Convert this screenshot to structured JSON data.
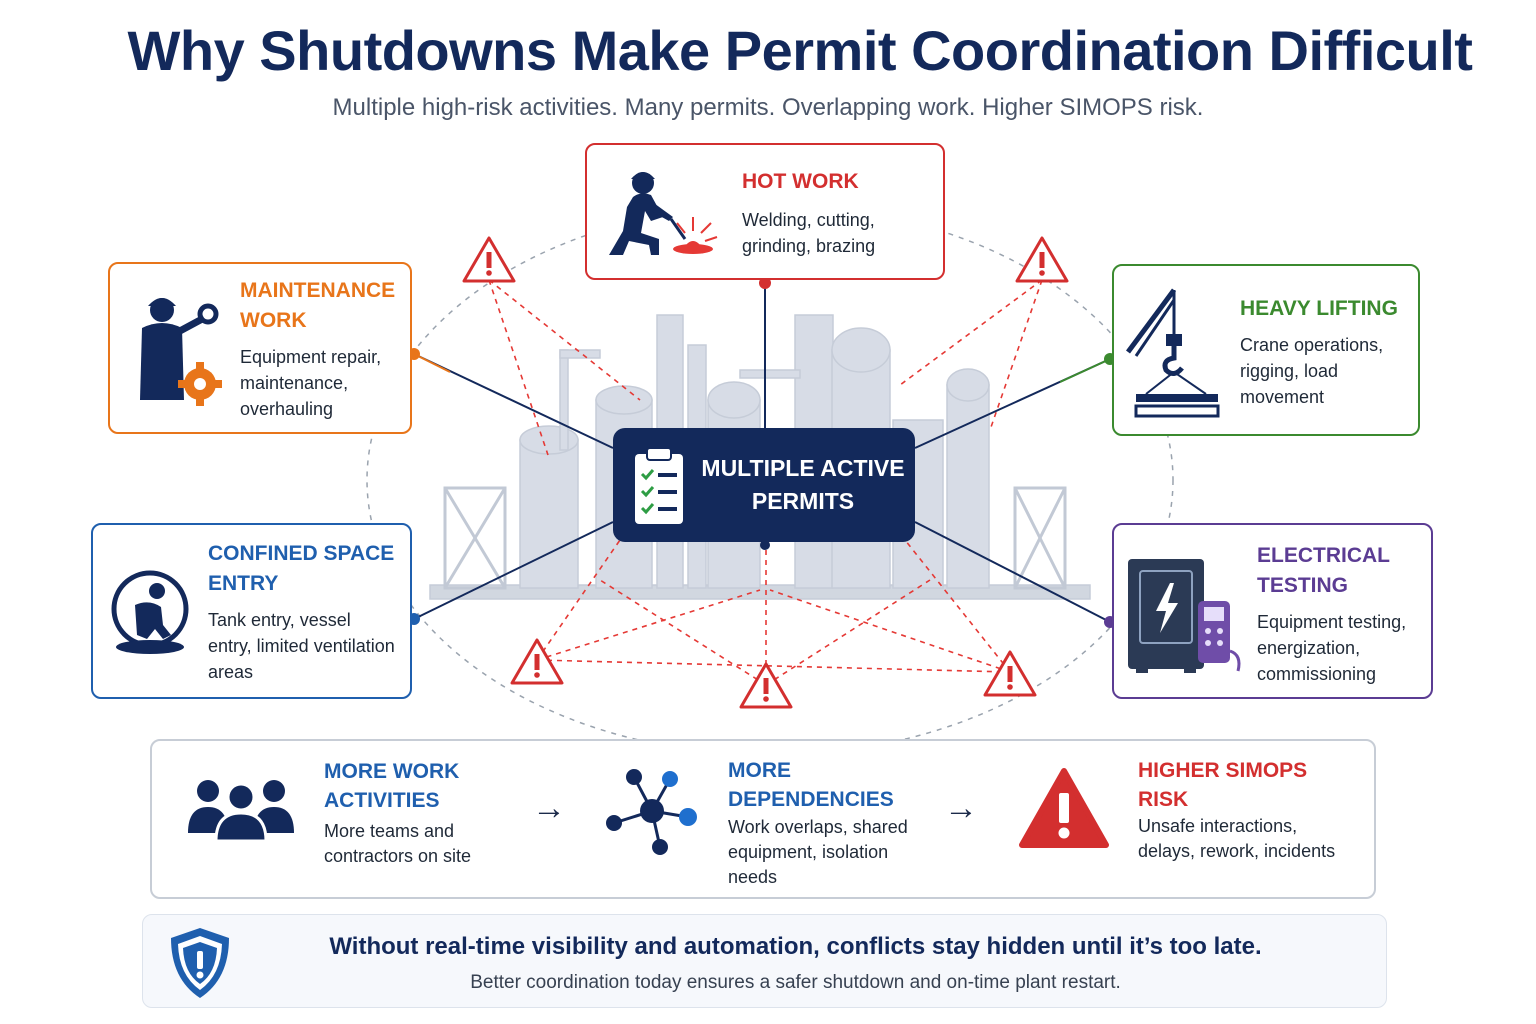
{
  "title": "Why Shutdowns Make Permit Coordination Difficult",
  "subtitle": "Multiple high-risk activities. Many permits. Overlapping work. Higher SIMOPS risk.",
  "center": {
    "label": "MULTIPLE ACTIVE PERMITS",
    "icon": "clipboard-checklist-icon"
  },
  "activities": {
    "hot_work": {
      "title": "HOT WORK",
      "desc": "Welding, cutting, grinding, brazing",
      "color": "#d32f2f",
      "icon": "welder-icon"
    },
    "maintenance": {
      "title": "MAINTENANCE WORK",
      "desc": "Equipment repair, maintenance, overhauling",
      "color": "#e8751a",
      "icon": "worker-wrench-gear-icon"
    },
    "heavy_lifting": {
      "title": "HEAVY LIFTING",
      "desc": "Crane operations, rigging, load movement",
      "color": "#3b8a2f",
      "icon": "crane-hook-icon"
    },
    "confined_space": {
      "title": "CONFINED SPACE ENTRY",
      "desc": "Tank entry, vessel entry, limited ventilation areas",
      "color": "#1f5fae",
      "icon": "manhole-worker-icon"
    },
    "electrical": {
      "title": "ELECTRICAL TESTING",
      "desc": "Equipment testing, energization, commissioning",
      "color": "#5b3c93",
      "icon": "electrical-panel-meter-icon"
    }
  },
  "warning_icon": "warning-triangle-icon",
  "flow": [
    {
      "title": "MORE WORK ACTIVITIES",
      "desc": "More teams and contractors on site",
      "icon": "people-group-icon"
    },
    {
      "title": "MORE DEPENDENCIES",
      "desc": "Work overlaps, shared equipment, isolation needs",
      "icon": "network-nodes-icon"
    },
    {
      "title": "HIGHER SIMOPS RISK",
      "desc": "Unsafe interactions, delays, rework, incidents",
      "icon": "warning-triangle-icon",
      "color": "#d32f2f"
    }
  ],
  "arrow_glyph": "→",
  "footer": {
    "main": "Without real-time visibility and automation, conflicts stay hidden until it’s too late.",
    "sub": "Better coordination today ensures a safer shutdown and on-time plant restart.",
    "icon": "shield-alert-icon"
  }
}
